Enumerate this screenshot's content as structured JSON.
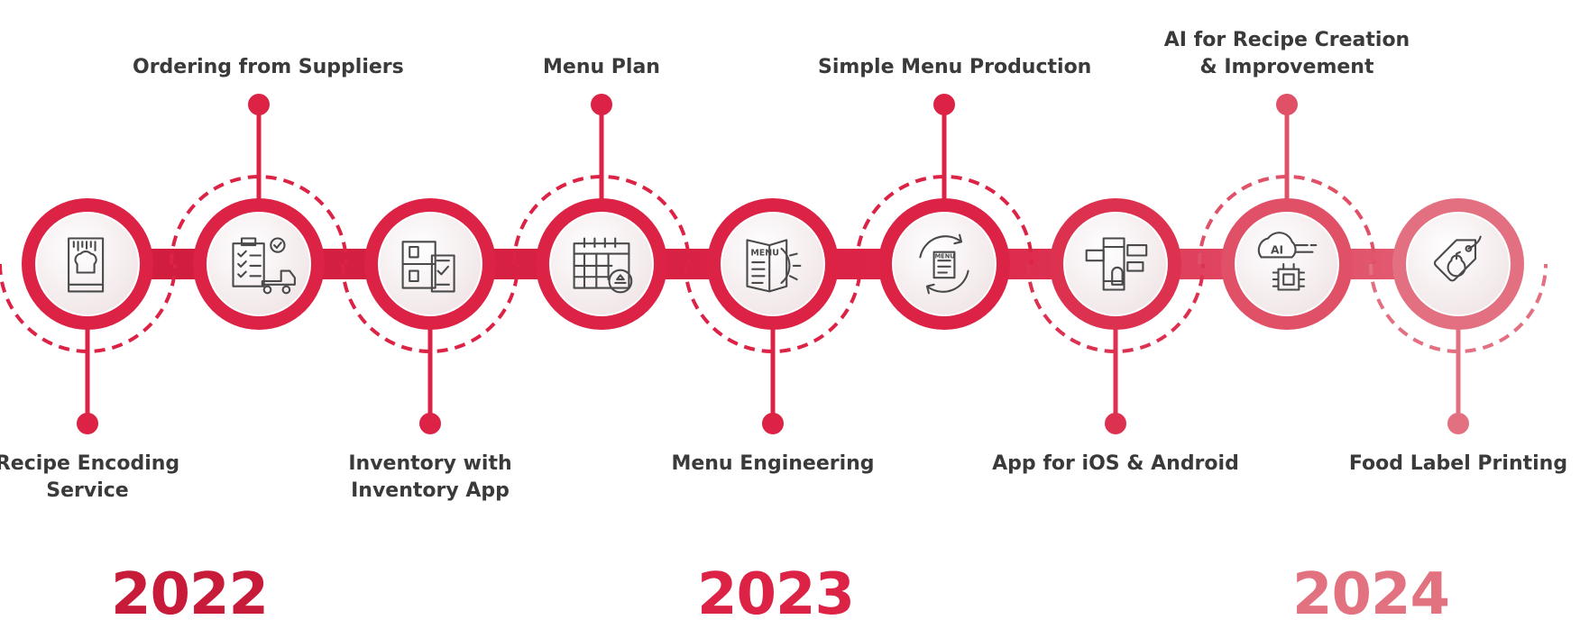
{
  "colors": {
    "primary": "#d8203f",
    "primary_dark": "#b81a35",
    "faded": "#e1707f",
    "icon_bg": "#f7eff0",
    "icon_stroke": "#4a4a4a",
    "text": "#3a3a3a"
  },
  "milestones": [
    {
      "label": "Recipe Encoding Service",
      "label_lines": [
        "Recipe Encoding",
        "Service"
      ],
      "position": "bottom",
      "icon": "recipe-book-icon"
    },
    {
      "label": "Ordering from Suppliers",
      "label_lines": [
        "Ordering from Suppliers"
      ],
      "position": "top",
      "icon": "supplier-order-icon"
    },
    {
      "label": "Inventory with Inventory App",
      "label_lines": [
        "Inventory with",
        "Inventory App"
      ],
      "position": "bottom",
      "icon": "inventory-app-icon"
    },
    {
      "label": "Menu Plan",
      "label_lines": [
        "Menu Plan"
      ],
      "position": "top",
      "icon": "calendar-icon"
    },
    {
      "label": "Menu Engineering",
      "label_lines": [
        "Menu Engineering"
      ],
      "position": "bottom",
      "icon": "menu-gear-icon"
    },
    {
      "label": "Simple Menu Production",
      "label_lines": [
        "Simple Menu Production"
      ],
      "position": "top",
      "icon": "menu-cycle-icon"
    },
    {
      "label": "App for iOS & Android",
      "label_lines": [
        "App for iOS & Android"
      ],
      "position": "bottom",
      "icon": "mobile-app-icon"
    },
    {
      "label": "AI for Recipe Creation & Improvement",
      "label_lines": [
        "AI for Recipe Creation",
        "& Improvement"
      ],
      "position": "top",
      "icon": "ai-chip-icon"
    },
    {
      "label": "Food Label Printing",
      "label_lines": [
        "Food Label Printing"
      ],
      "position": "bottom",
      "icon": "food-label-icon"
    }
  ],
  "years": [
    {
      "label": "2022",
      "color": "#c81b3a"
    },
    {
      "label": "2023",
      "color": "#dc2245"
    },
    {
      "label": "2024",
      "color": "#e2727f"
    }
  ]
}
